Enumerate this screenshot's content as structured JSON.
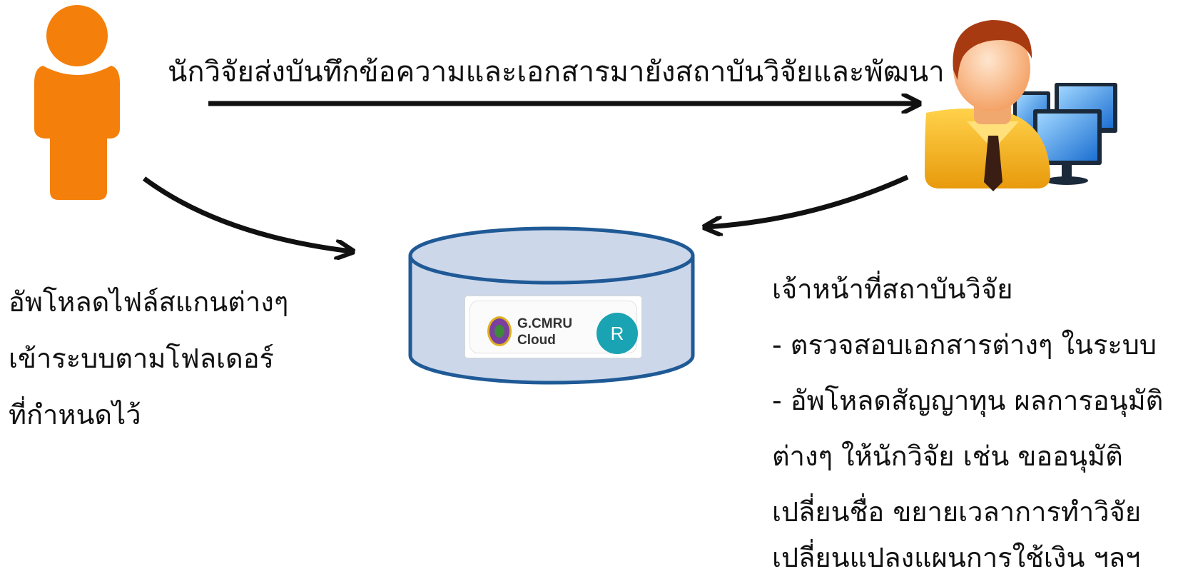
{
  "flow_label": "นักวิจัยส่งบันทึกข้อความและเอกสารมายังสถาบันวิจัยและพัฒนา",
  "researcher_note": {
    "lines": [
      "อัพโหลดไฟล์สแกนต่างๆ",
      "เข้าระบบตามโฟลเดอร์",
      "ที่กำหนดไว้"
    ]
  },
  "staff_note": {
    "lines": [
      "เจ้าหน้าที่สถาบันวิจัย",
      "- ตรวจสอบเอกสารต่างๆ ในระบบ",
      "- อัพโหลดสัญญาทุน ผลการอนุมัติ",
      "ต่างๆ ให้นักวิจัย เช่น ขออนุมัติ",
      "เปลี่ยนชื่อ ขยายเวลาการทำวิจัย",
      "เปลี่ยนแปลงแผนการใช้เงิน ฯลฯ"
    ]
  },
  "cloud_logo": {
    "line1": "G.CMRU",
    "line2": "Cloud",
    "avatar_letter": "R"
  },
  "icons": {
    "researcher": "person-icon",
    "staff": "staff-at-computers-icon",
    "storage": "database-cylinder-icon"
  },
  "colors": {
    "person_orange": "#F47F0A",
    "cylinder_fill": "#CCD7EA",
    "cylinder_stroke": "#1F5A96",
    "arrow": "#111111",
    "avatar_teal": "#1AA3B2"
  }
}
